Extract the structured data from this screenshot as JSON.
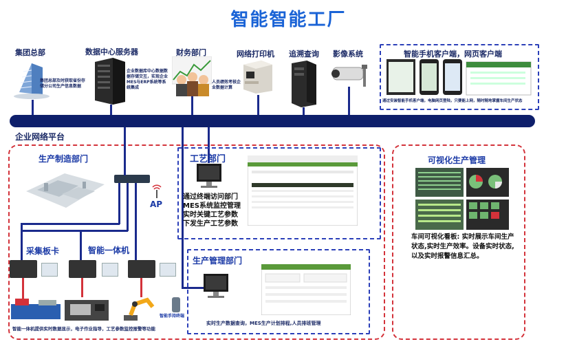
{
  "title": "智能智能工厂",
  "top_nodes": {
    "group_hq": {
      "label": "集团总部",
      "desc": "集团总部及时获取省份存储分公司生产信息数据"
    },
    "data_center": {
      "label": "数据中心服务器",
      "desc": "企业数据库中心数据数据存储交互，实现企业MES与ERP系统等系统集成"
    },
    "finance": {
      "label": "财务部门",
      "desc": "人员绩效考核企业数据计算"
    },
    "printer": {
      "label": "网络打印机"
    },
    "trace": {
      "label": "追溯查询"
    },
    "video": {
      "label": "影像系统"
    },
    "mobile": {
      "label": "智能手机客户端，网页客户端",
      "desc": "通过安装智能手机客户端，电脑网页登陆，只要能上网，随时随地掌握车间生产状态"
    }
  },
  "network_label": "企业网络平台",
  "production": {
    "title": "生产制造部门",
    "ap": "AP",
    "collector": "采集板卡",
    "terminal": "智能一体机",
    "scanner": "智能手持终端",
    "footer": "智能一体机提供实时数据显示，电子作业指导，工艺参数监控报警等功能"
  },
  "craft": {
    "title": "工艺部门",
    "lines": [
      "通过终端访问部门",
      "MES系统监控管理",
      "实时关键工艺参数",
      "下发生产工艺参数"
    ]
  },
  "prod_mgmt": {
    "title": "生产管理部门",
    "footer": "实时生产数据查询，MES生产计划排程,人员排班管理"
  },
  "visual": {
    "title": "可视化生产管理",
    "desc": "车间可视化看板: 实时展示车间生产状态,实时生产效率。设备实时状态,以及实时报警信息汇总。"
  },
  "colors": {
    "accent": "#1a63d6",
    "bus": "#0e1f6b",
    "red": "#d3323a",
    "blue_dash": "#2b3fb8"
  }
}
